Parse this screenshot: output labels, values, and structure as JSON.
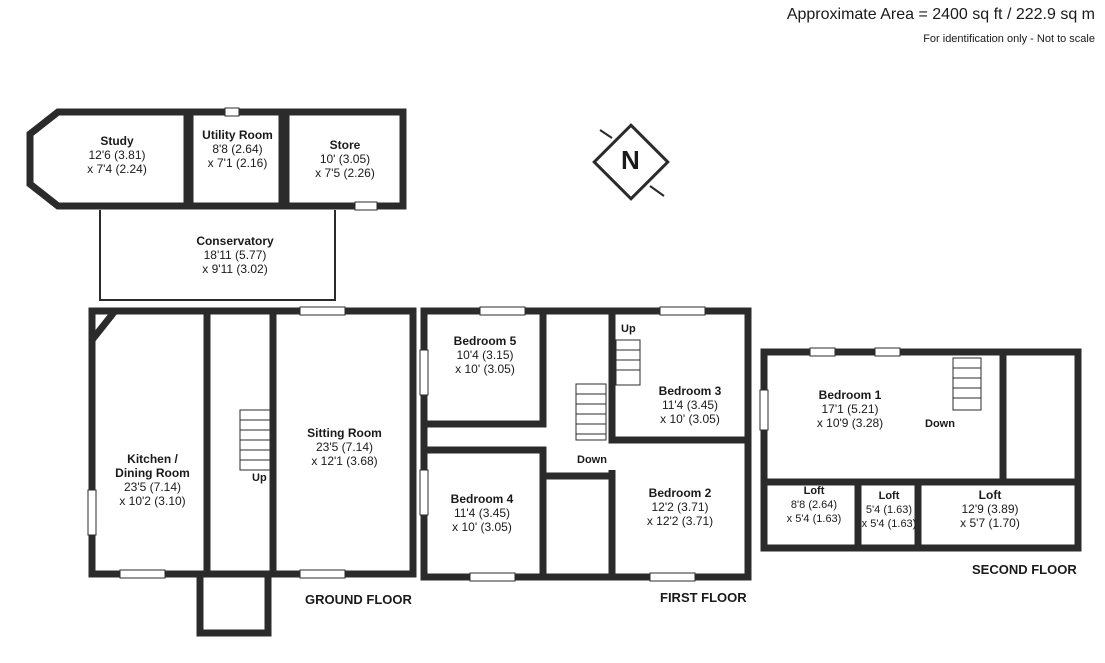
{
  "header": {
    "area": "Approximate Area = 2400 sq ft / 222.9 sq m",
    "note": "For identification only - Not to scale"
  },
  "compass": {
    "letter": "N",
    "icon": "north-arrow-icon"
  },
  "floors": {
    "ground": "GROUND FLOOR",
    "first": "FIRST FLOOR",
    "second": "SECOND FLOOR"
  },
  "rooms": {
    "study": {
      "name": "Study",
      "dim1": "12'6 (3.81)",
      "dim2": "x 7'4 (2.24)"
    },
    "utility": {
      "name": "Utility Room",
      "dim1": "8'8 (2.64)",
      "dim2": "x 7'1 (2.16)"
    },
    "store": {
      "name": "Store",
      "dim1": "10' (3.05)",
      "dim2": "x 7'5 (2.26)"
    },
    "conservatory": {
      "name": "Conservatory",
      "dim1": "18'11 (5.77)",
      "dim2": "x 9'11 (3.02)"
    },
    "kitchen": {
      "name": "Kitchen /",
      "name2": "Dining Room",
      "dim1": "23'5 (7.14)",
      "dim2": "x 10'2 (3.10)"
    },
    "sitting": {
      "name": "Sitting Room",
      "dim1": "23'5 (7.14)",
      "dim2": "x 12'1 (3.68)"
    },
    "bedroom5": {
      "name": "Bedroom 5",
      "dim1": "10'4 (3.15)",
      "dim2": "x 10' (3.05)"
    },
    "bedroom3": {
      "name": "Bedroom 3",
      "dim1": "11'4 (3.45)",
      "dim2": "x 10' (3.05)"
    },
    "bedroom4": {
      "name": "Bedroom 4",
      "dim1": "11'4 (3.45)",
      "dim2": "x 10' (3.05)"
    },
    "bedroom2": {
      "name": "Bedroom 2",
      "dim1": "12'2 (3.71)",
      "dim2": "x 12'2 (3.71)"
    },
    "bedroom1": {
      "name": "Bedroom 1",
      "dim1": "17'1 (5.21)",
      "dim2": "x 10'9 (3.28)"
    },
    "loft1": {
      "name": "Loft",
      "dim1": "8'8 (2.64)",
      "dim2": "x 5'4 (1.63)"
    },
    "loft2": {
      "name": "Loft",
      "dim1": "5'4 (1.63)",
      "dim2": "x 5'4 (1.63)"
    },
    "loft3": {
      "name": "Loft",
      "dim1": "12'9 (3.89)",
      "dim2": "x 5'7 (1.70)"
    }
  },
  "stairs": {
    "ground_up": "Up",
    "first_up": "Up",
    "first_down": "Down",
    "second_down": "Down"
  },
  "colors": {
    "wall": "#2b2b2b",
    "window": "#ffffff",
    "background": "#ffffff"
  }
}
